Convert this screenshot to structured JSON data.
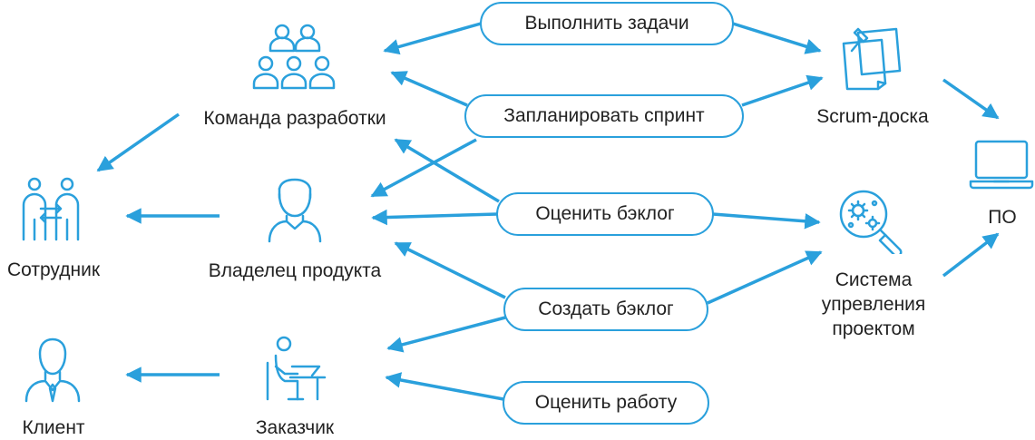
{
  "colors": {
    "accent": "#2aa0dc",
    "text": "#222222",
    "background": "#ffffff"
  },
  "nodes": {
    "team": {
      "label": "Команда разработки",
      "icon": "team-icon"
    },
    "employee": {
      "label": "Сотрудник",
      "icon": "employees-exchange-icon"
    },
    "product_owner": {
      "label": "Владелец продукта",
      "icon": "person-icon"
    },
    "client": {
      "label": "Клиент",
      "icon": "businessman-icon"
    },
    "customer": {
      "label": "Заказчик",
      "icon": "person-at-desk-icon"
    },
    "scrum_board": {
      "label": "Scrum-доска",
      "icon": "sticky-notes-icon"
    },
    "pms": {
      "lines": [
        "Система",
        "упревления",
        "проектом"
      ],
      "icon": "magnifier-gears-icon"
    },
    "software": {
      "label": "ПО",
      "icon": "laptop-icon"
    }
  },
  "actions": {
    "do_tasks": "Выполнить задачи",
    "plan_sprint": "Запланировать спринт",
    "estimate_backlog": "Оценить бэклог",
    "create_backlog": "Создать бэклог",
    "evaluate_work": "Оценить работу"
  }
}
